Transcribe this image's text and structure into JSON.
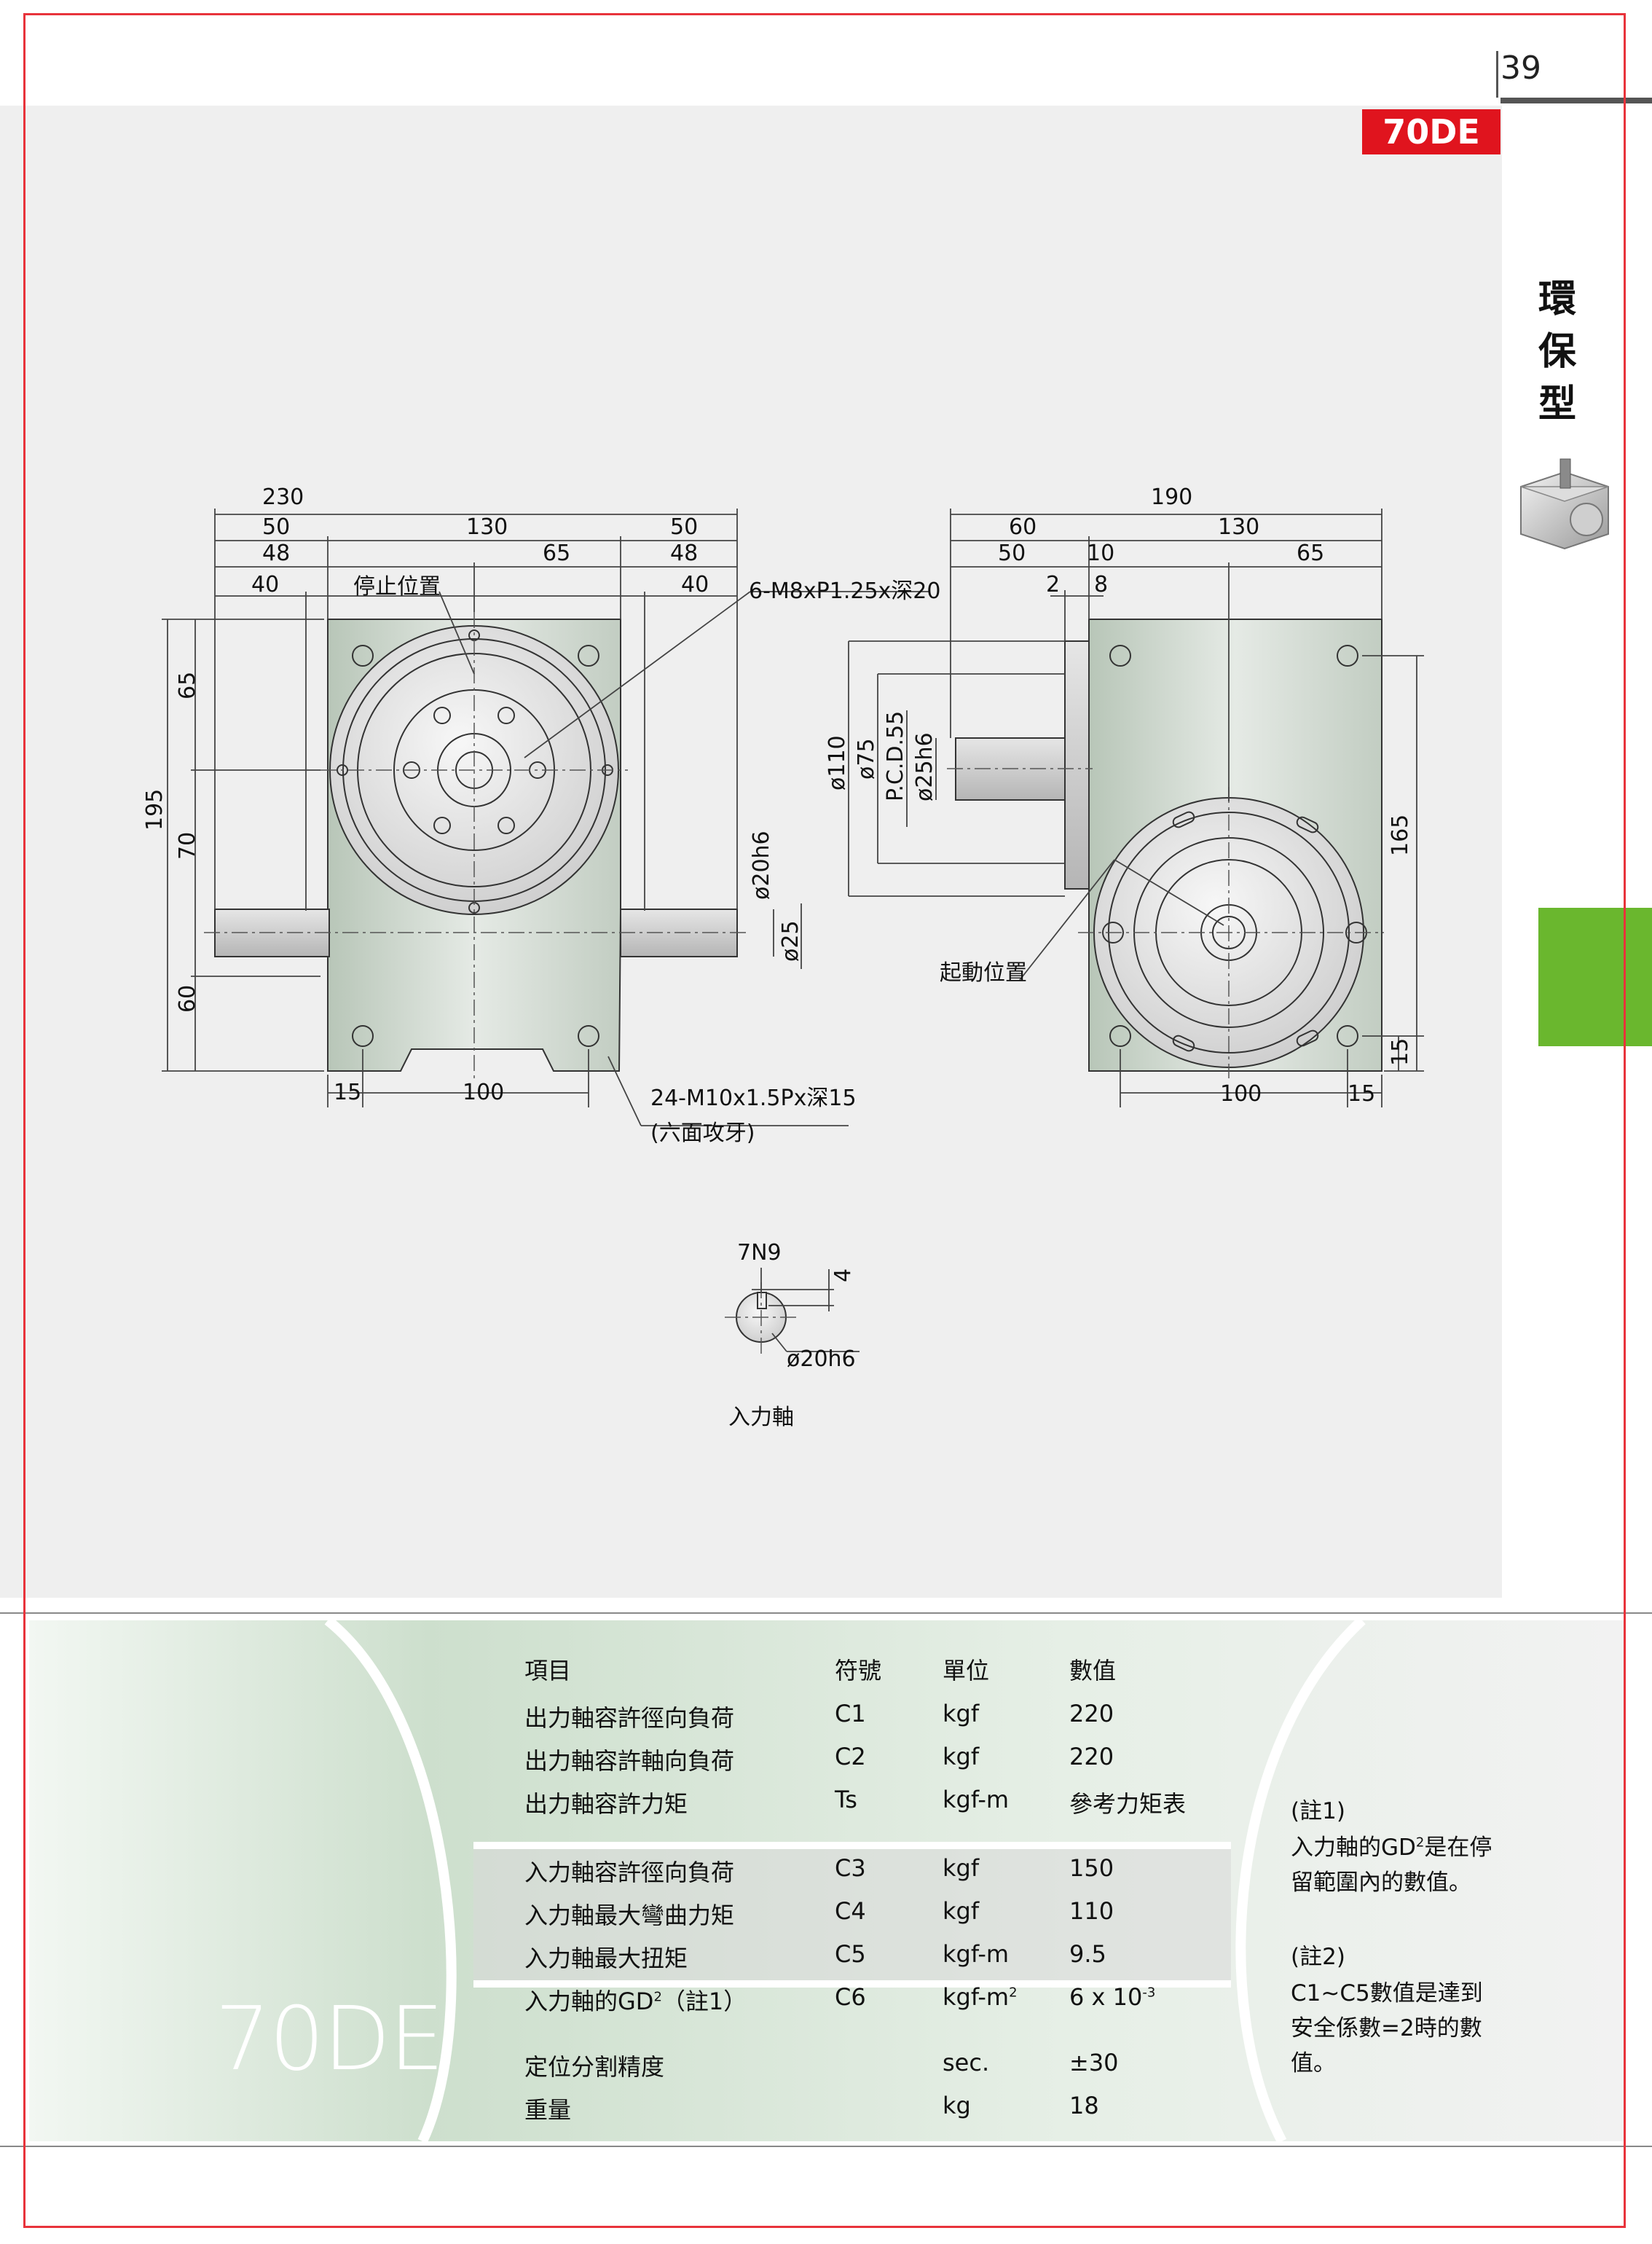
{
  "page": {
    "number": "39",
    "model_badge": "70DE"
  },
  "sidebar": {
    "chars": [
      "環",
      "保",
      "型"
    ]
  },
  "drawing": {
    "callouts": {
      "stop_position": "停止位置",
      "start_position": "起動位置",
      "top_thread": "6-M8xP1.25x深20",
      "bottom_thread": "24-M10x1.5Px深15",
      "bottom_thread_note": "(六面攻牙)",
      "input_shaft": "入力軸",
      "key": "7N9",
      "key_depth": "4",
      "shaft_dia": "ø20h6"
    },
    "front_dims": {
      "d230": "230",
      "d130": "130",
      "d50a": "50",
      "d50b": "50",
      "d48a": "48",
      "d48b": "48",
      "d65": "65",
      "d40a": "40",
      "d40b": "40",
      "d195": "195",
      "d65v": "65",
      "d70v": "70",
      "d60v": "60",
      "d15": "15",
      "d100": "100",
      "dphi20": "ø20h6",
      "dphi25": "ø25"
    },
    "side_dims": {
      "d190": "190",
      "d130": "130",
      "d60": "60",
      "d50": "50",
      "d10": "10",
      "d65": "65",
      "d2": "2",
      "d8": "8",
      "dphi110": "ø110",
      "dphi75": "ø75",
      "dpcd": "P.C.D.55",
      "dphi25": "ø25h6",
      "d165": "165",
      "d15v": "15",
      "d100": "100",
      "d15": "15"
    }
  },
  "spec_table": {
    "model_big": "70DE",
    "headers": {
      "item": "項目",
      "symbol": "符號",
      "unit": "單位",
      "value": "數值"
    },
    "group1": [
      {
        "item": "出力軸容許徑向負荷",
        "symbol": "C1",
        "unit": "kgf",
        "value": "220"
      },
      {
        "item": "出力軸容許軸向負荷",
        "symbol": "C2",
        "unit": "kgf",
        "value": "220"
      },
      {
        "item": "出力軸容許力矩",
        "symbol": "Ts",
        "unit": "kgf-m",
        "value": "參考力矩表"
      }
    ],
    "group2": [
      {
        "item": "入力軸容許徑向負荷",
        "symbol": "C3",
        "unit": "kgf",
        "value": "150"
      },
      {
        "item": "入力軸最大彎曲力矩",
        "symbol": "C4",
        "unit": "kgf",
        "value": "110"
      },
      {
        "item": "入力軸最大扭矩",
        "symbol": "C5",
        "unit": "kgf-m",
        "value": "9.5"
      }
    ],
    "gd2_row": {
      "item_pre": "入力軸的GD",
      "item_sup": "2",
      "item_post": "（註1）",
      "symbol": "C6",
      "unit_pre": "kgf-m",
      "unit_sup": "2",
      "value_pre": "6 x 10",
      "value_sup": "-3"
    },
    "group3": [
      {
        "item": "定位分割精度",
        "symbol": "",
        "unit": "sec.",
        "value": "±30"
      },
      {
        "item": "重量",
        "symbol": "",
        "unit": "kg",
        "value": "18"
      }
    ]
  },
  "notes": {
    "n1_title": "(註1)",
    "n1_line1_pre": "入力軸的GD",
    "n1_line1_sup": "2",
    "n1_line1_post": "是在停",
    "n1_line2": "留範圍內的數值。",
    "n2_title": "(註2)",
    "n2_line1": "C1~C5數值是達到",
    "n2_line2": "安全係數=2時的數",
    "n2_line3": "值。"
  },
  "colors": {
    "badge_red": "#e0141e",
    "tab_green": "#6ab72e",
    "panel_gray": "#efefef",
    "table_green": "#d3e4d3",
    "frame_red": "#e8333b"
  }
}
